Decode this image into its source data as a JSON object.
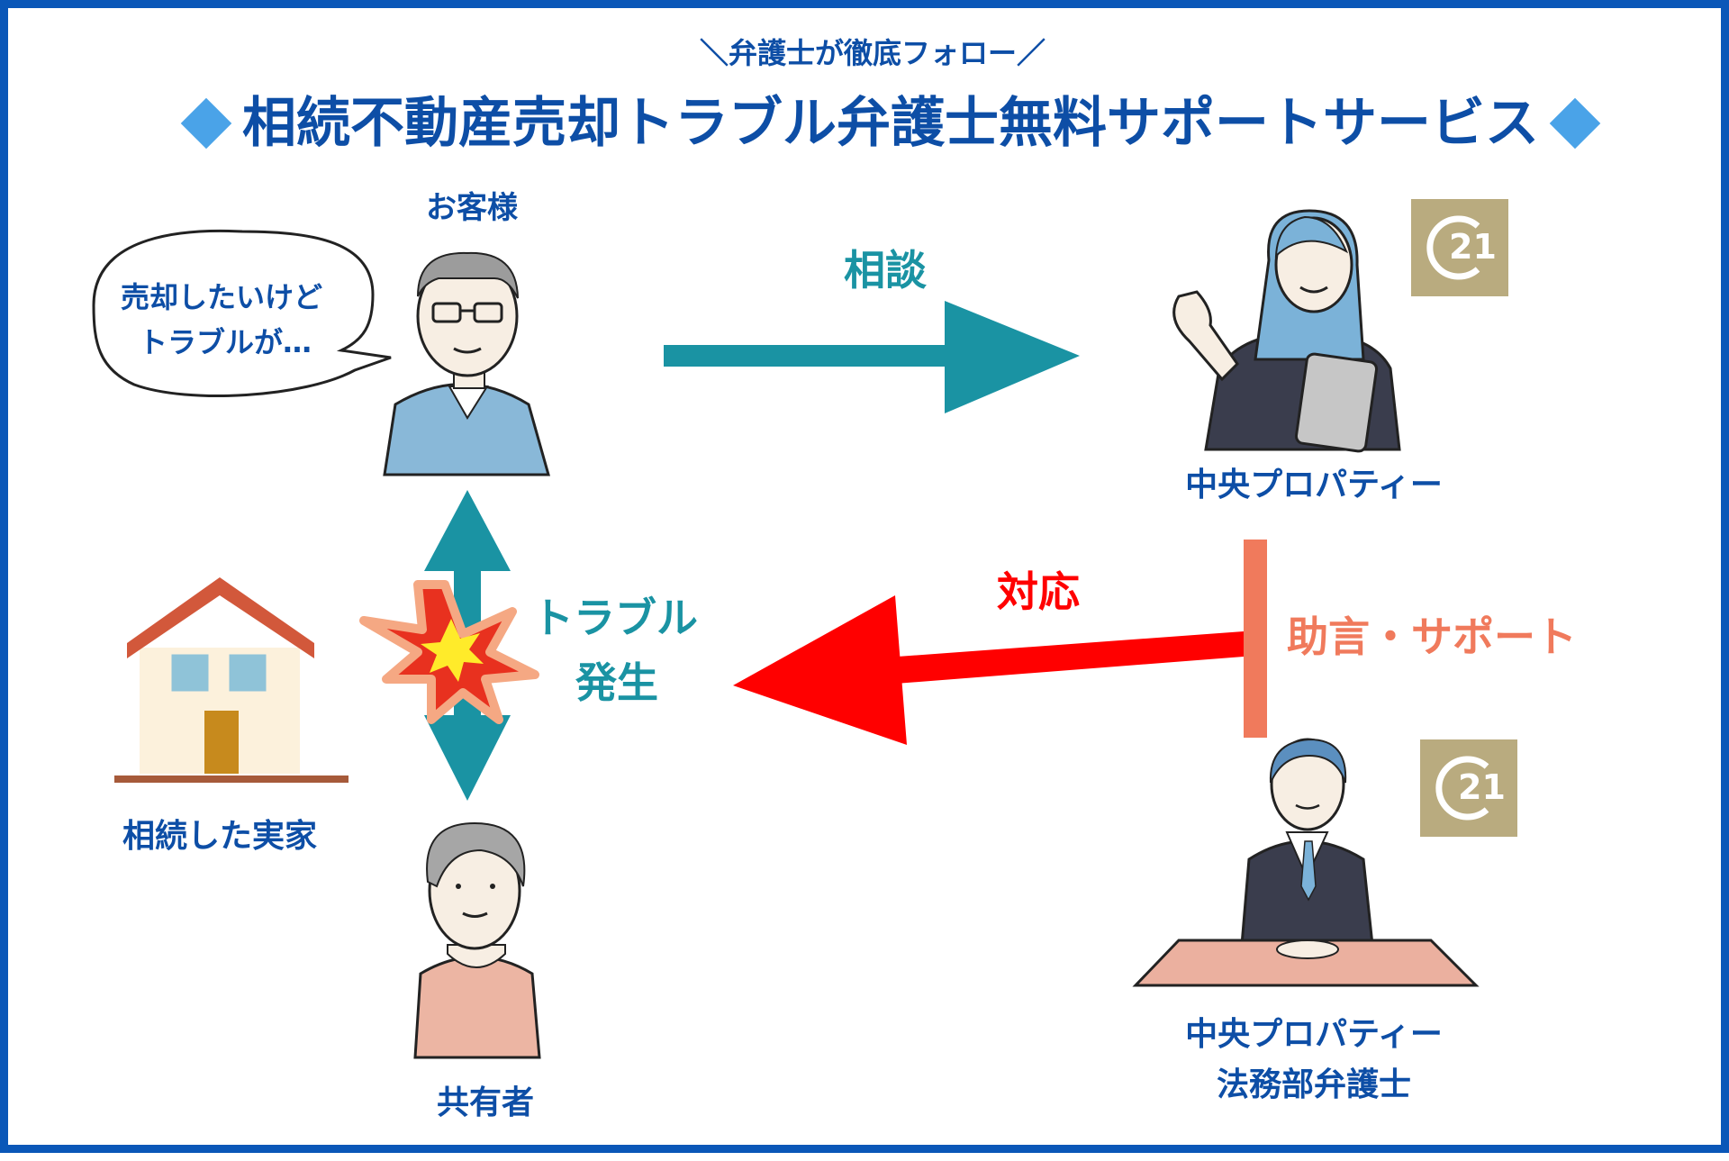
{
  "header": {
    "subtitle": "＼弁護士が徹底フォロー／",
    "title": "相続不動産売却トラブル弁護士無料サポートサービス"
  },
  "nodes": {
    "customer": {
      "label": "お客様",
      "speech_line1": "売却したいけど",
      "speech_line2": "トラブルが…"
    },
    "property_staff": {
      "label": "中央プロパティー",
      "badge": "21"
    },
    "house": {
      "label": "相続した実家"
    },
    "co_owner": {
      "label": "共有者"
    },
    "lawyer": {
      "label_line1": "中央プロパティー",
      "label_line2": "法務部弁護士",
      "badge": "21"
    }
  },
  "edges": {
    "consult": "相談",
    "trouble_line1": "トラブル",
    "trouble_line2": "発生",
    "response": "対応",
    "advice": "助言・サポート"
  },
  "colors": {
    "frame": "#0a57b8",
    "title_text": "#0d4ea6",
    "diamond": "#4aa3e8",
    "teal_arrow": "#1a93a3",
    "red_arrow": "#ff0000",
    "salmon": "#f07a5c",
    "badge": "#b9ab7f"
  }
}
